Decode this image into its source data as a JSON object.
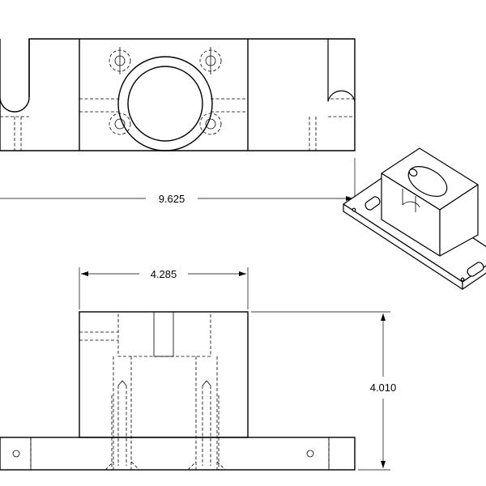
{
  "dimensions": {
    "overall_length": "9.625",
    "block_width": "4.285",
    "overall_height": "4.010"
  }
}
